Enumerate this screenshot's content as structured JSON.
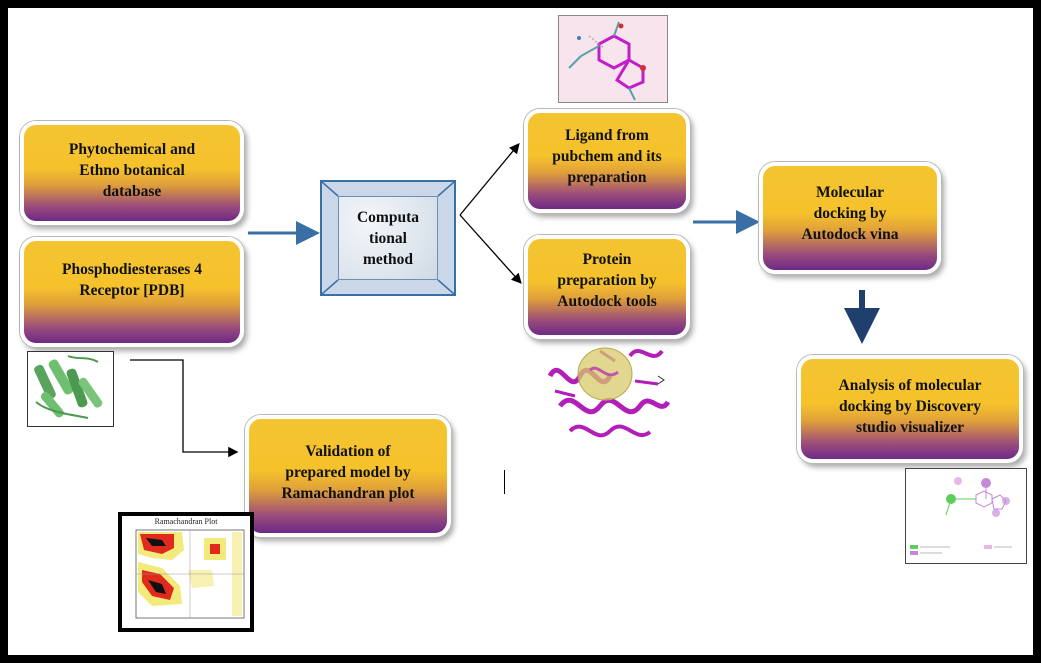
{
  "diagram": {
    "nodes": {
      "database": "Phytochemical and\nEthno botanical\ndatabase",
      "receptor": "Phosphodiesterases 4\nReceptor [PDB]",
      "method": "Computa\ntional\nmethod",
      "ligand": "Ligand from\npubchem and its\npreparation",
      "protein": "Protein\npreparation by\nAutodock tools",
      "docking": "Molecular\ndocking by\nAutodock vina",
      "analysis": "Analysis of molecular\ndocking by Discovery\nstudio visualizer",
      "validation": "Validation of\nprepared model by\nRamachandran plot"
    },
    "ramachandran_title": "Ramachandran Plot",
    "colors": {
      "box_top": "#f4c431",
      "box_bottom": "#6d2a86",
      "arrow_blue": "#3a6fa5",
      "protein_magenta": "#b21fb8",
      "protein_green": "#5aa35c"
    },
    "icons": [
      "ligand-structure-image",
      "protein-structure-image",
      "receptor-structure-image",
      "ramachandran-plot-image",
      "interaction-diagram-image"
    ]
  }
}
